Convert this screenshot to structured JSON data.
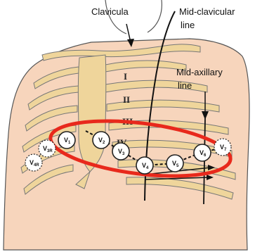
{
  "labels": {
    "clavicula": "Clavicula",
    "mid_clavicular_1": "Mid-clavicular",
    "mid_clavicular_2": "line",
    "mid_axillary_1": "Mid-axillary",
    "mid_axillary_2": "line"
  },
  "ribs": [
    "I",
    "II",
    "III",
    "IV"
  ],
  "electrodes": [
    {
      "main": "V",
      "sub": "1"
    },
    {
      "main": "V",
      "sub": "2"
    },
    {
      "main": "V",
      "sub": "3"
    },
    {
      "main": "V",
      "sub": "4"
    },
    {
      "main": "V",
      "sub": "5"
    },
    {
      "main": "V",
      "sub": "6"
    },
    {
      "main": "V",
      "sub": "7"
    },
    {
      "main": "V",
      "sub": "3R"
    },
    {
      "main": "V",
      "sub": "4R"
    }
  ],
  "colors": {
    "skin": "#f7d5bc",
    "skin_outline": "#555555",
    "bone": "#efd59b",
    "bone_outline": "#777777",
    "ellipse": "#e8291c"
  }
}
